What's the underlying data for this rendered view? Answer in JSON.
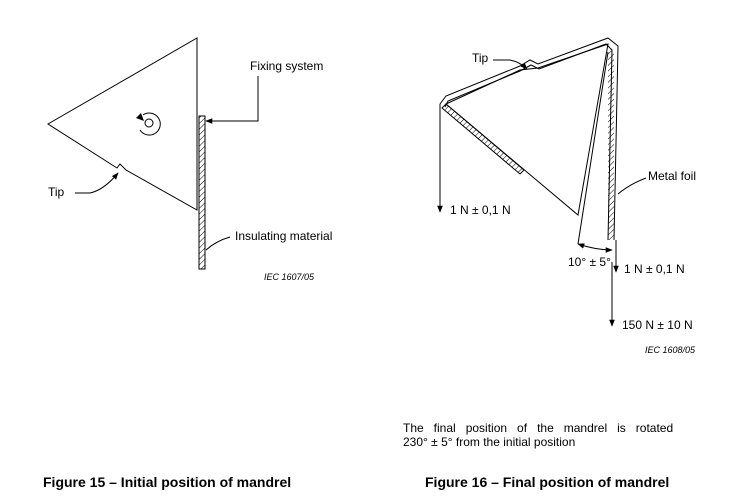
{
  "figure15": {
    "labels": {
      "fixing_system": "Fixing system",
      "tip": "Tip",
      "insulating_material": "Insulating material"
    },
    "reference": "IEC   1607/05",
    "caption": "Figure 15 – Initial position of mandrel",
    "icons": {
      "rotation": "rotation-arrow-icon"
    }
  },
  "figure16": {
    "labels": {
      "tip": "Tip",
      "metal_foil": "Metal foil",
      "force_left": "1 N ± 0,1 N",
      "force_right": "1 N ± 0,1 N",
      "force_main": "150 N ± 10 N",
      "angle": "10° ± 5°"
    },
    "reference": "IEC   1608/05",
    "note_line1": "The   final   position   of   the   mandrel   is   rotated",
    "note_line2": "230° ± 5° from the initial position",
    "caption": "Figure 16 – Final position of mandrel"
  }
}
